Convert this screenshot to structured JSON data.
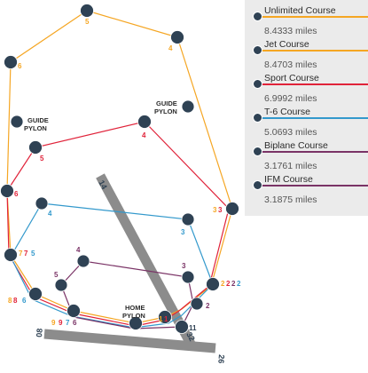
{
  "colors": {
    "unlimited": "#f5a623",
    "jet": "#f5a623",
    "sport": "#e0233a",
    "t6": "#3399cc",
    "biplane": "#7a3366",
    "ifm": "#7a3366",
    "pylon": "#2f4254",
    "runway": "#8c8c8c",
    "legend_bg": "#ebebeb"
  },
  "legend": [
    {
      "name": "Unlimited Course",
      "distance": "8.4333 miles",
      "color": "#f5a623"
    },
    {
      "name": "Jet Course",
      "distance": "8.4703 miles",
      "color": "#f5a623"
    },
    {
      "name": "Sport Course",
      "distance": "6.9992 miles",
      "color": "#e0233a"
    },
    {
      "name": "T-6 Course",
      "distance": "5.0693 miles",
      "color": "#3399cc"
    },
    {
      "name": "Biplane Course",
      "distance": "3.1761 miles",
      "color": "#7a3366"
    },
    {
      "name": "IFM Course",
      "distance": "3.1875 miles",
      "color": "#7a3366"
    }
  ],
  "labels": {
    "guide_pylon_1": [
      "GUIDE",
      "PYLON"
    ],
    "guide_pylon_2": [
      "GUIDE",
      "PYLON"
    ],
    "home_pylon": [
      "HOME",
      "PYLON"
    ],
    "runway_14": "14",
    "runway_32": "32",
    "runway_08": "08",
    "runway_26": "26"
  },
  "pylon_numbers": {
    "unlimited_5": "5",
    "unlimited_4": "4",
    "unlimited_6": "6",
    "sport_5": "5",
    "sport_4": "4",
    "sport_6": "6",
    "t6_4": "4",
    "t6_3": "3",
    "biplane_4": "4",
    "biplane_5": "5",
    "biplane_3": "3",
    "left_7_o": "7",
    "left_7_r": "7",
    "left_5_b": "5",
    "left_8_o": "8",
    "left_8_r": "8",
    "left_6_b": "6",
    "bottom_9_o": "9",
    "bottom_9_r": "9",
    "bottom_7_b": "7",
    "bottom_6_p": "6",
    "right_3_o": "3",
    "right_3_r": "3",
    "right_2_o": "2",
    "right_2_r": "2",
    "right_2_p": "2",
    "right_2_b": "2",
    "home_1_o": "1",
    "home_1_r": "1",
    "num_2": "2",
    "num_11": "11"
  }
}
